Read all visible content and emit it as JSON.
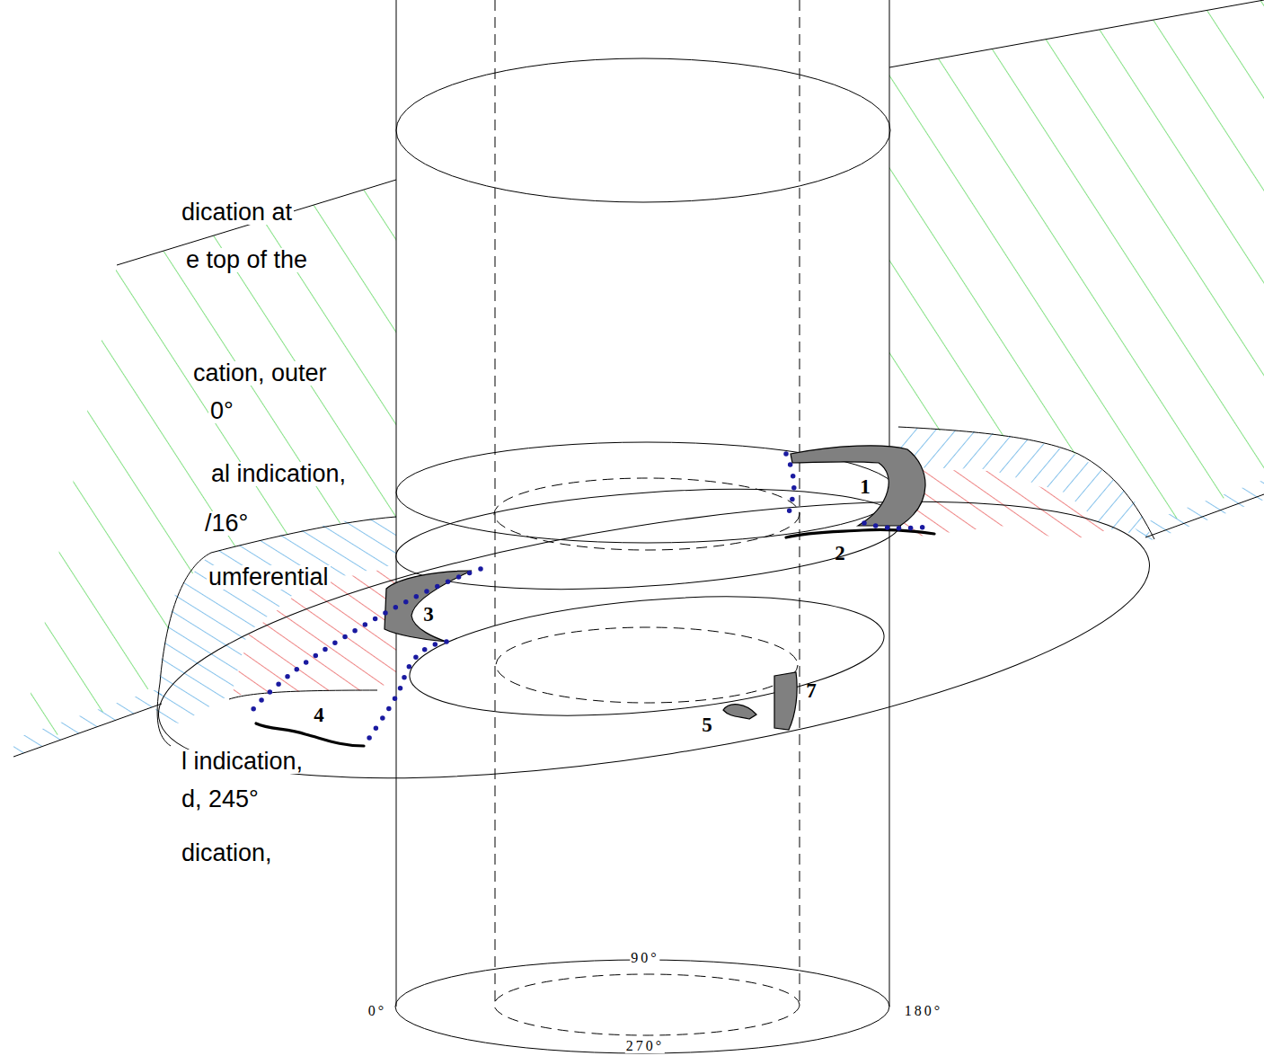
{
  "diagram": {
    "labels": [
      "dication at",
      "e top of the",
      "cation, outer",
      "0°",
      "al indication,",
      "/16°",
      "umferential",
      "l indication,",
      "d, 245°",
      "dication,",
      "1",
      "2",
      "3",
      "4",
      "5",
      "7",
      "90°",
      "0°",
      "180°",
      "270°"
    ]
  }
}
